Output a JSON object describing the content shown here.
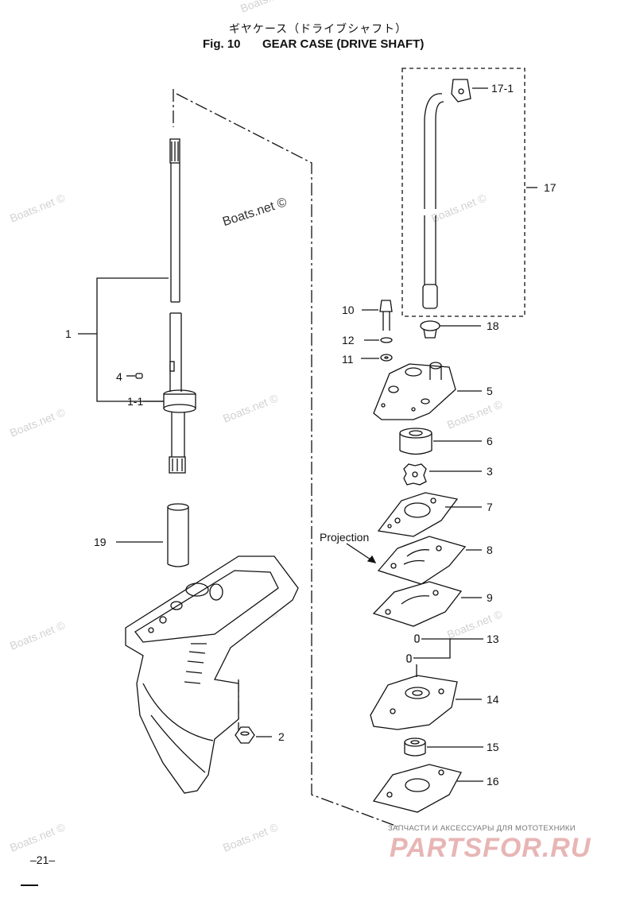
{
  "header": {
    "title_jp": "ギヤケース（ドライブシャフト）",
    "fig_label": "Fig. 10",
    "title_en": "GEAR CASE (DRIVE SHAFT)"
  },
  "watermark": {
    "text": "Boats.net ©"
  },
  "callouts": {
    "c1": "1",
    "c1_1": "1-1",
    "c4": "4",
    "c19": "19",
    "c2": "2",
    "c17_1": "17-1",
    "c17": "17",
    "c10": "10",
    "c18": "18",
    "c12": "12",
    "c11": "11",
    "c5": "5",
    "c6": "6",
    "c3": "3",
    "c7": "7",
    "c8": "8",
    "c9": "9",
    "c13": "13",
    "c14": "14",
    "c15": "15",
    "c16": "16"
  },
  "projection_label": "Projection",
  "page_number": "–21–",
  "brand": {
    "tagline": "ЗАПЧАСТИ И АКСЕССУАРЫ ДЛЯ МОТОТЕХНИКИ",
    "name": "PARTSFOR.RU"
  }
}
